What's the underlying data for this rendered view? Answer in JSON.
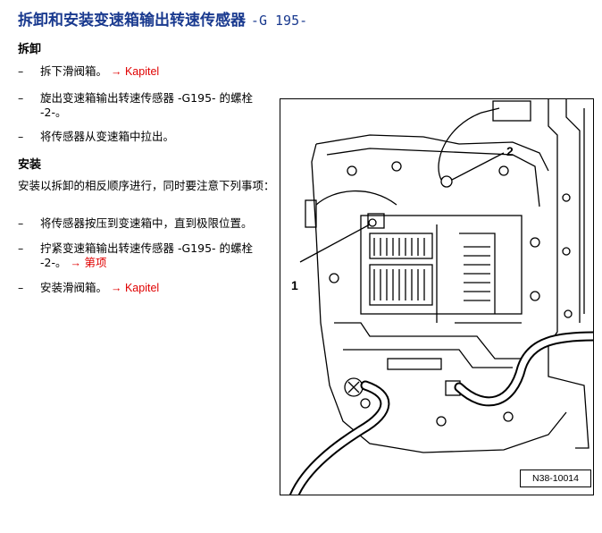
{
  "title": {
    "main": "拆卸和安装变速箱输出转速传感器 ",
    "code": "-G 195-"
  },
  "removal": {
    "heading": "拆卸",
    "steps": [
      {
        "dash": "–",
        "text": "拆下滑阀箱。",
        "link": "→ Kapitel"
      },
      {
        "dash": "–",
        "text": "旋出变速箱输出转速传感器 -G195- 的螺栓 -2-。",
        "link": ""
      },
      {
        "dash": "–",
        "text": "将传感器从变速箱中拉出。",
        "link": ""
      }
    ]
  },
  "installation": {
    "heading": "安装",
    "intro": "安装以拆卸的相反顺序进行，同时要注意下列事项：",
    "steps": [
      {
        "dash": "–",
        "text": "将传感器按压到变速箱中，直到极限位置。",
        "link": ""
      },
      {
        "dash": "–",
        "text": "拧紧变速箱输出转速传感器 -G195- 的螺栓 -2-。",
        "link": "→ 第项"
      },
      {
        "dash": "–",
        "text": "安装滑阀箱。",
        "link": "→ Kapitel"
      }
    ]
  },
  "figure": {
    "callout_1": "1",
    "callout_2": "2",
    "code": "N38-10014"
  }
}
